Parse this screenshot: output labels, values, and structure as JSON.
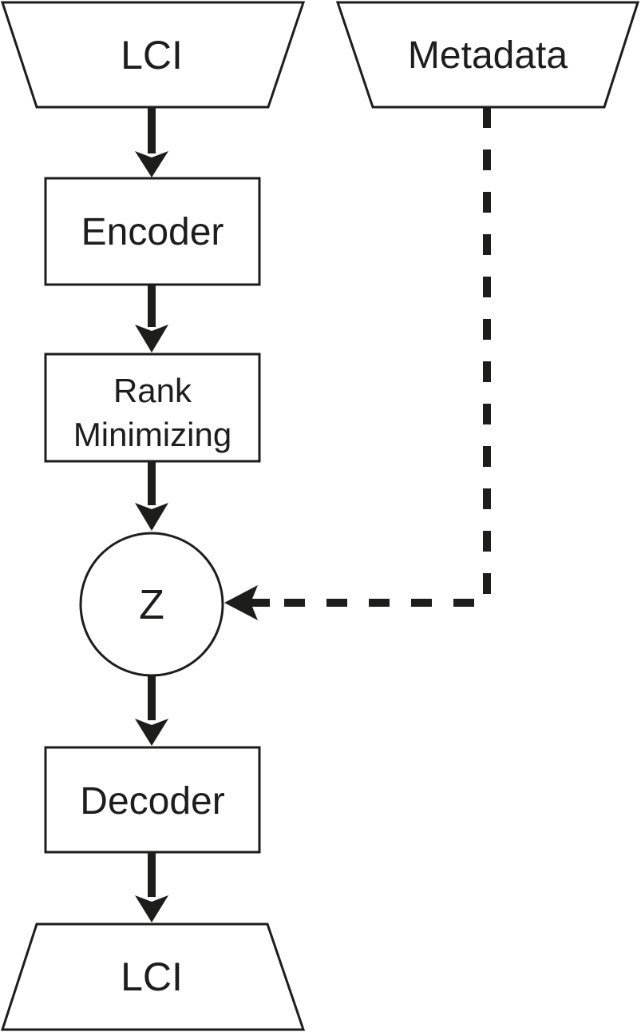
{
  "diagram": {
    "type": "flowchart",
    "description": "Autoencoder pipeline with rank minimizing bottleneck and metadata conditioning",
    "colors": {
      "background": "#ffffff",
      "stroke": "#1d1d1b",
      "shape_fill": "#ffffff",
      "text": "#1d1d1b"
    },
    "nodes": {
      "lci_input": {
        "label": "LCI",
        "shape": "trapezoid-inverted"
      },
      "metadata": {
        "label": "Metadata",
        "shape": "trapezoid-inverted"
      },
      "encoder": {
        "label": "Encoder",
        "shape": "rectangle"
      },
      "rank_minimizing": {
        "label_line1": "Rank",
        "label_line2": "Minimizing",
        "shape": "rectangle"
      },
      "latent_z": {
        "label": "Z",
        "shape": "circle"
      },
      "decoder": {
        "label": "Decoder",
        "shape": "rectangle"
      },
      "lci_output": {
        "label": "LCI",
        "shape": "trapezoid"
      }
    },
    "edges": [
      {
        "from": "lci_input",
        "to": "encoder",
        "style": "solid",
        "arrow": "down"
      },
      {
        "from": "encoder",
        "to": "rank_minimizing",
        "style": "solid",
        "arrow": "down"
      },
      {
        "from": "rank_minimizing",
        "to": "latent_z",
        "style": "solid",
        "arrow": "down"
      },
      {
        "from": "metadata",
        "to": "latent_z",
        "style": "dashed",
        "arrow": "left"
      },
      {
        "from": "latent_z",
        "to": "decoder",
        "style": "solid",
        "arrow": "down"
      },
      {
        "from": "decoder",
        "to": "lci_output",
        "style": "solid",
        "arrow": "down"
      }
    ]
  }
}
